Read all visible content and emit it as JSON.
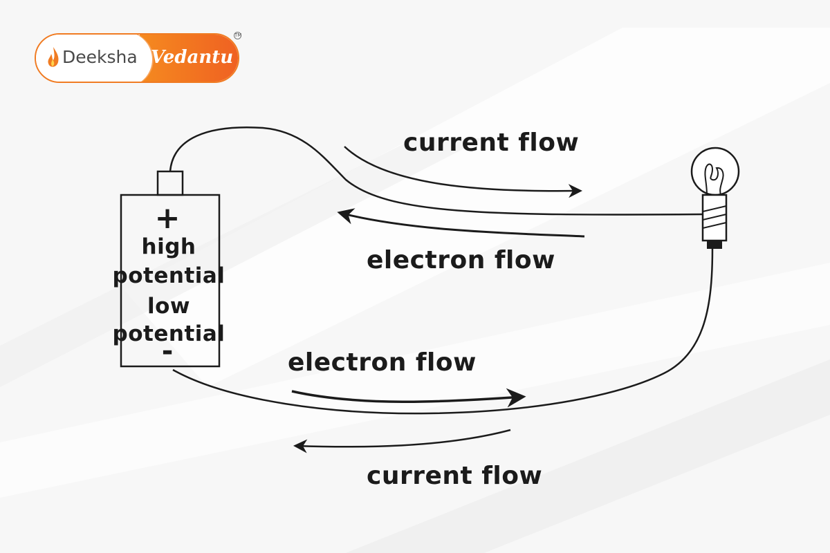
{
  "logo": {
    "left_text": "Deeksha",
    "right_text": "Vedantu",
    "trademark": "TM",
    "colors": {
      "orange": "#f07b22",
      "orange_dark": "#ef5f22",
      "grey_text": "#4a4a4a"
    }
  },
  "battery": {
    "positive_sign": "+",
    "negative_sign": "-",
    "high_line1": "high",
    "high_line2": "potential",
    "low_line1": "low",
    "low_line2": "potential"
  },
  "labels": {
    "current_flow_top": "current flow",
    "electron_flow_top": "electron flow",
    "electron_flow_bottom": "electron flow",
    "current_flow_bottom": "current flow"
  },
  "icons": {
    "battery": "battery-icon",
    "bulb": "light-bulb-icon",
    "arrows": "arrow-icon"
  },
  "colors": {
    "ink": "#1b1b1b",
    "background": "#f7f7f7"
  }
}
